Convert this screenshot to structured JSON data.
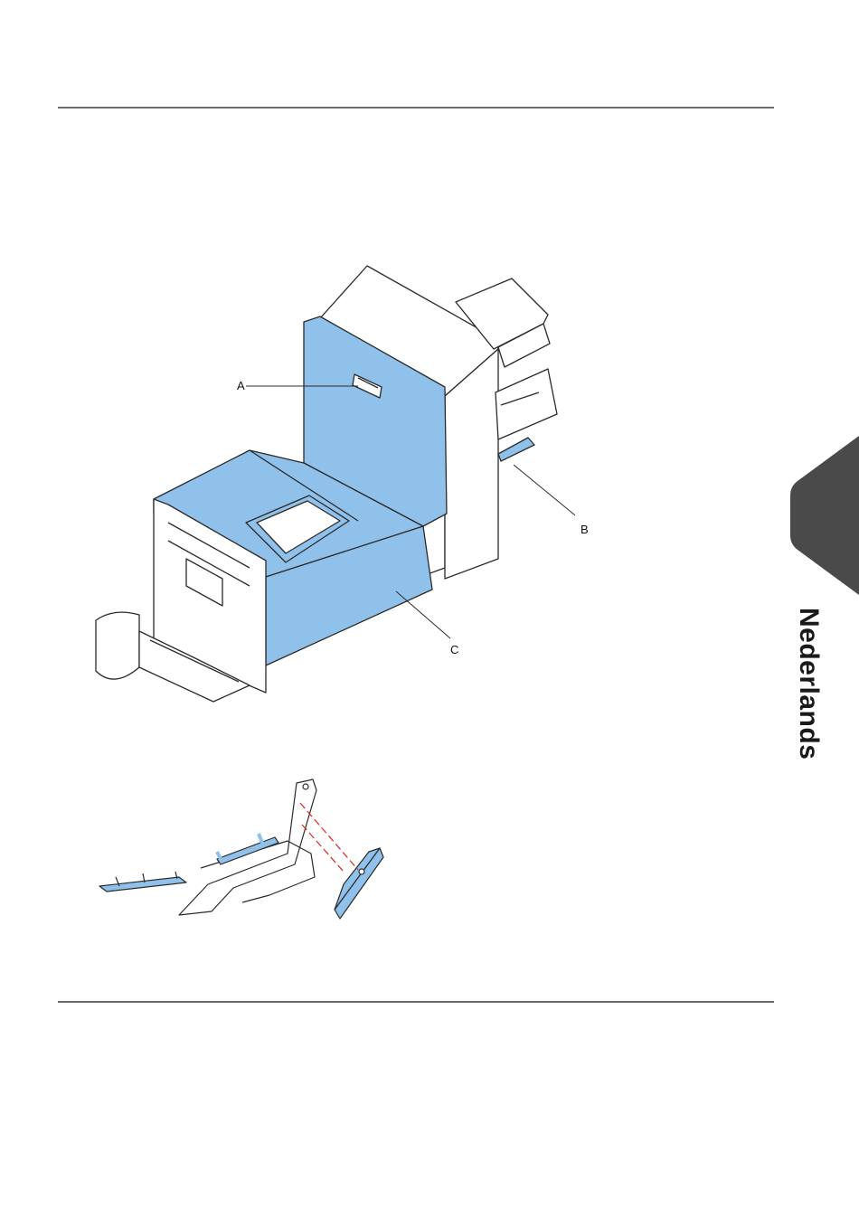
{
  "sidebar": {
    "language": "Nederlands"
  },
  "figure_main": {
    "callouts": {
      "a": "A",
      "b": "B",
      "c": "C"
    },
    "colors": {
      "cover": "#8fc1ea",
      "outline": "#2b2b2b",
      "tab": "#4a4a4a"
    }
  },
  "figure_brush": {
    "colors": {
      "part": "#8fc1ea",
      "guide": "#e0261e"
    }
  }
}
